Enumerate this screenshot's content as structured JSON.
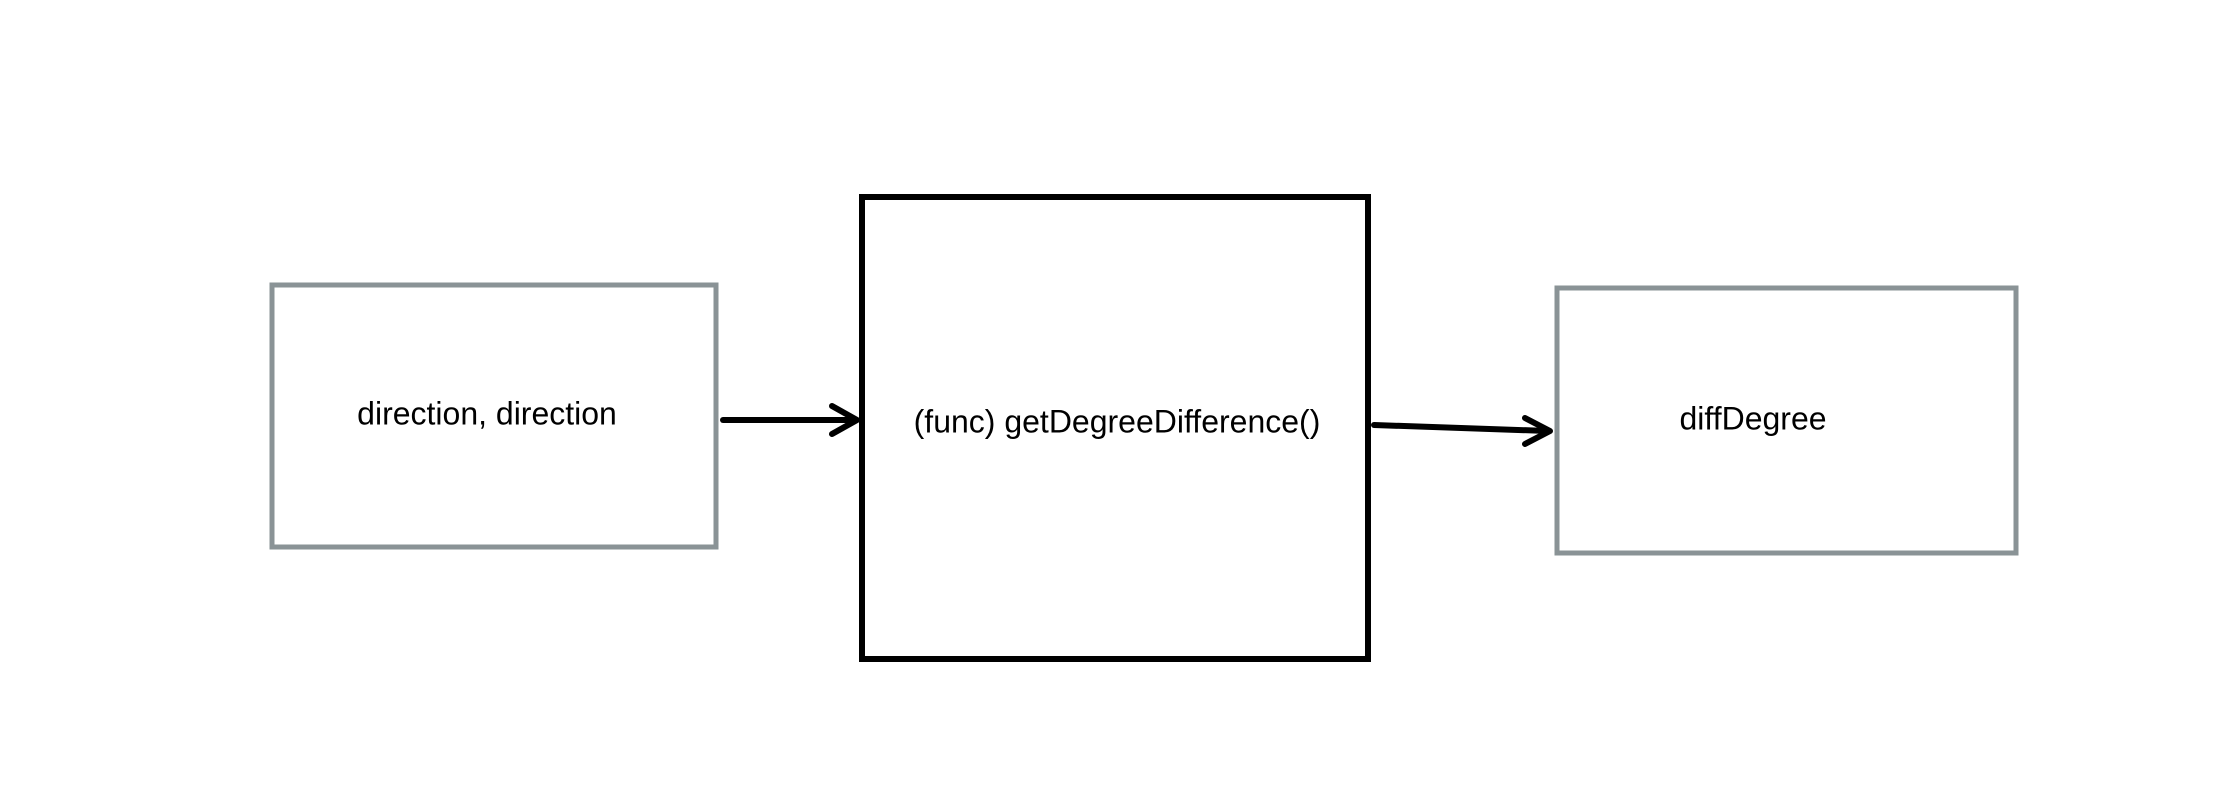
{
  "diagram": {
    "input_box": {
      "label": "direction, direction",
      "border_color": "#8a9396"
    },
    "function_box": {
      "label": "(func) getDegreeDifference()",
      "border_color": "#000000"
    },
    "output_box": {
      "label": "diffDegree",
      "border_color": "#8a9396"
    },
    "arrow_color": "#000000"
  }
}
